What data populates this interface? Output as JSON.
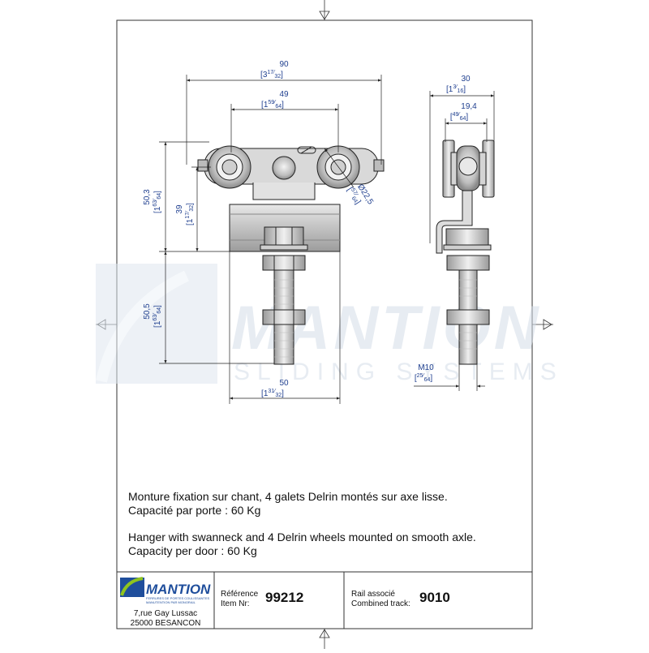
{
  "watermark": {
    "brand": "MANTION",
    "tagline": "SLIDING SYSTEMS"
  },
  "dimensions": {
    "overall_width": {
      "metric": "90",
      "imperial": "[3",
      "imperial_num": "17",
      "imperial_den": "32",
      "close": "]"
    },
    "wheel_spacing": {
      "metric": "49",
      "imperial": "[1",
      "imperial_num": "59",
      "imperial_den": "64",
      "close": "]"
    },
    "side_width": {
      "metric": "30",
      "imperial": "[1",
      "imperial_num": "3",
      "imperial_den": "16",
      "close": "]"
    },
    "side_inner": {
      "metric": "19,4",
      "imperial": "[",
      "imperial_num": "49",
      "imperial_den": "64",
      "close": "]"
    },
    "total_height": {
      "metric": "50,3",
      "imperial": "[1",
      "imperial_num": "63",
      "imperial_den": "64",
      "close": "]"
    },
    "body_height": {
      "metric": "39",
      "imperial": "[1",
      "imperial_num": "17",
      "imperial_den": "32",
      "close": "]"
    },
    "wheel_diameter": {
      "metric": "Ø22,5",
      "imperial": "[",
      "imperial_num": "57",
      "imperial_den": "64",
      "close": "]"
    },
    "bolt_length": {
      "metric": "50,5",
      "imperial": "[1",
      "imperial_num": "63",
      "imperial_den": "64",
      "close": "]"
    },
    "plate_width": {
      "metric": "50",
      "imperial": "[1",
      "imperial_num": "31",
      "imperial_den": "32",
      "close": "]"
    },
    "thread": {
      "metric": "M10",
      "imperial": "[",
      "imperial_num": "25",
      "imperial_den": "64",
      "close": "]"
    }
  },
  "description": {
    "fr_line1": "Monture fixation sur chant, 4 galets Delrin montés sur axe lisse.",
    "fr_line2": "Capacité par porte : 60 Kg",
    "en_line1": "Hanger with swanneck and 4 Delrin wheels mounted on smooth axle.",
    "en_line2": "Capacity per door : 60 Kg"
  },
  "title_block": {
    "logo_text": "MANTION",
    "logo_sub1": "FERRURES DE PORTES COULISSANTES",
    "logo_sub2": "MANUTENTION PAR MONORAIL",
    "address_line1": "7,rue Gay Lussac",
    "address_line2": "25000 BESANCON",
    "ref_label_fr": "Référence",
    "ref_label_en": "Item Nr:",
    "ref_value": "99212",
    "rail_label_fr": "Rail associé",
    "rail_label_en": "Combined track:",
    "rail_value": "9010"
  },
  "colors": {
    "dimension": "#1f3f8f",
    "watermark": "#d4dde8",
    "logo_blue": "#1f4e9c",
    "logo_green": "#8fc41f"
  }
}
